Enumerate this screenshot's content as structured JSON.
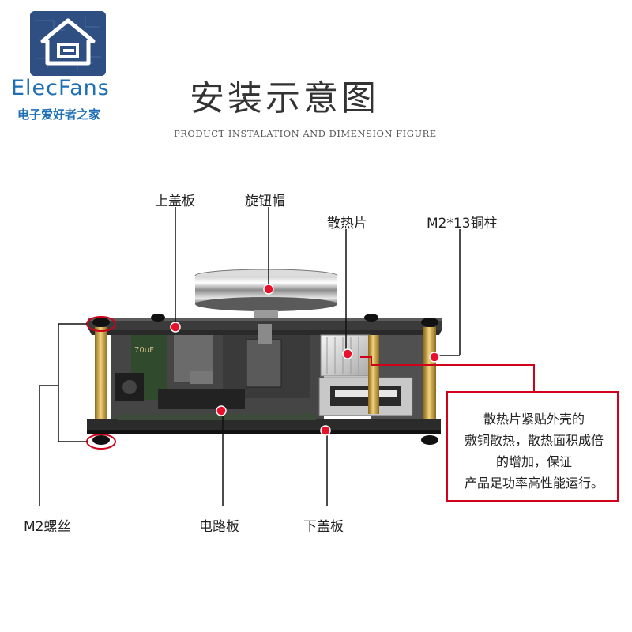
{
  "logo": {
    "brand": "ElecFans",
    "tagline": "电子爱好者之家"
  },
  "title": "安装示意图",
  "subtitle": "PRODUCT INSTALATION AND DIMENSION FIGURE",
  "labels": {
    "top_cover": "上盖板",
    "knob_cap": "旋钮帽",
    "heatsink": "散热片",
    "standoff": "M2*13铜柱",
    "screw": "M2螺丝",
    "pcb": "电路板",
    "bottom_cover": "下盖板"
  },
  "note": {
    "lines": [
      "散热片紧贴外壳的",
      "敷铜散热，散热面积成倍",
      "的增加，保证",
      "产品足功率高性能运行。"
    ]
  },
  "colors": {
    "accent": "#d0021b",
    "marker": "#e8102b",
    "brand": "#1f6fb5"
  }
}
